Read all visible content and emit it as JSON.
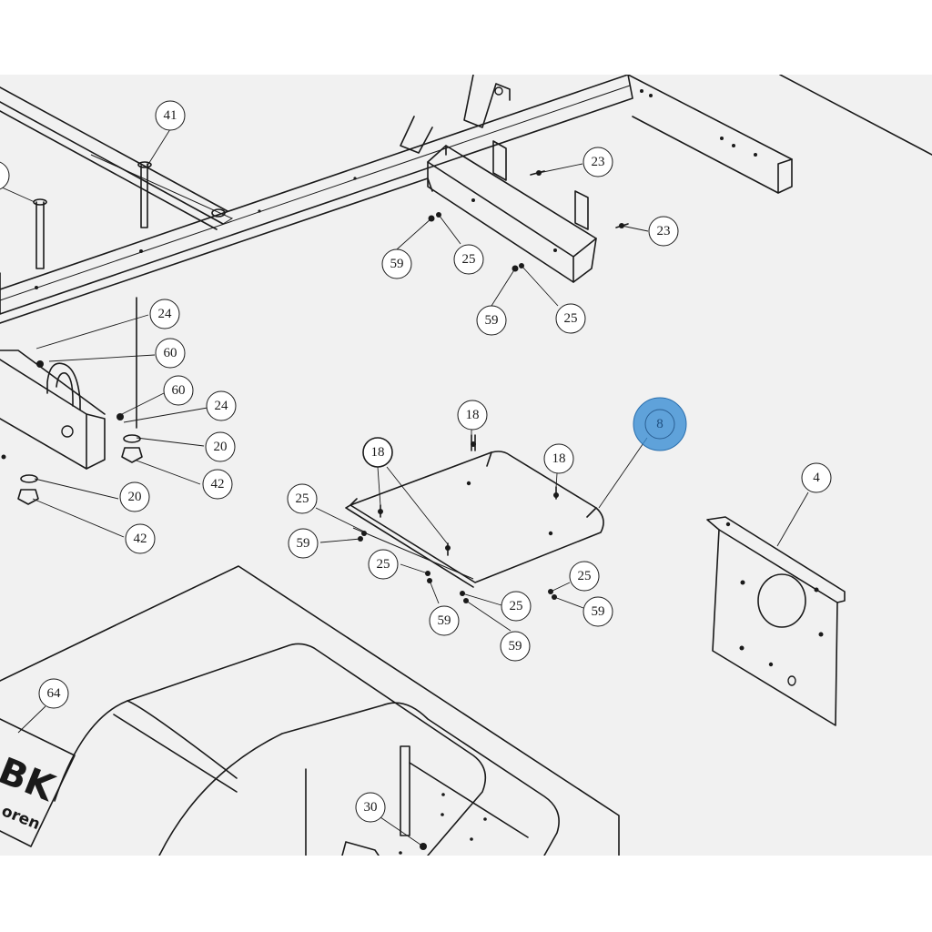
{
  "callouts": [
    {
      "id": "c41",
      "label": "41"
    },
    {
      "id": "c23a",
      "label": "23"
    },
    {
      "id": "c23b",
      "label": "23"
    },
    {
      "id": "c59a",
      "label": "59"
    },
    {
      "id": "c25a",
      "label": "25"
    },
    {
      "id": "c59b",
      "label": "59"
    },
    {
      "id": "c25b",
      "label": "25"
    },
    {
      "id": "c24a",
      "label": "24"
    },
    {
      "id": "c60a",
      "label": "60"
    },
    {
      "id": "c60b",
      "label": "60"
    },
    {
      "id": "c24b",
      "label": "24"
    },
    {
      "id": "c20a",
      "label": "20"
    },
    {
      "id": "c42a",
      "label": "42"
    },
    {
      "id": "c20b",
      "label": "20"
    },
    {
      "id": "c42b",
      "label": "42"
    },
    {
      "id": "c18a",
      "label": "18"
    },
    {
      "id": "c18b",
      "label": "18"
    },
    {
      "id": "c18c",
      "label": "18"
    },
    {
      "id": "c8",
      "label": "8",
      "highlighted": true
    },
    {
      "id": "c4",
      "label": "4"
    },
    {
      "id": "c25c",
      "label": "25"
    },
    {
      "id": "c59c",
      "label": "59"
    },
    {
      "id": "c25d",
      "label": "25"
    },
    {
      "id": "c59d",
      "label": "59"
    },
    {
      "id": "c25e",
      "label": "25"
    },
    {
      "id": "c59e",
      "label": "59"
    },
    {
      "id": "c25f",
      "label": "25"
    },
    {
      "id": "c59f",
      "label": "59"
    },
    {
      "id": "c64",
      "label": "64"
    },
    {
      "id": "c30",
      "label": "30"
    }
  ],
  "logo": {
    "line1": "BK",
    "line2": "oren"
  },
  "colors": {
    "background": "#f1f1f1",
    "line": "#1a1a1a",
    "highlight": "#3b8fd4"
  }
}
